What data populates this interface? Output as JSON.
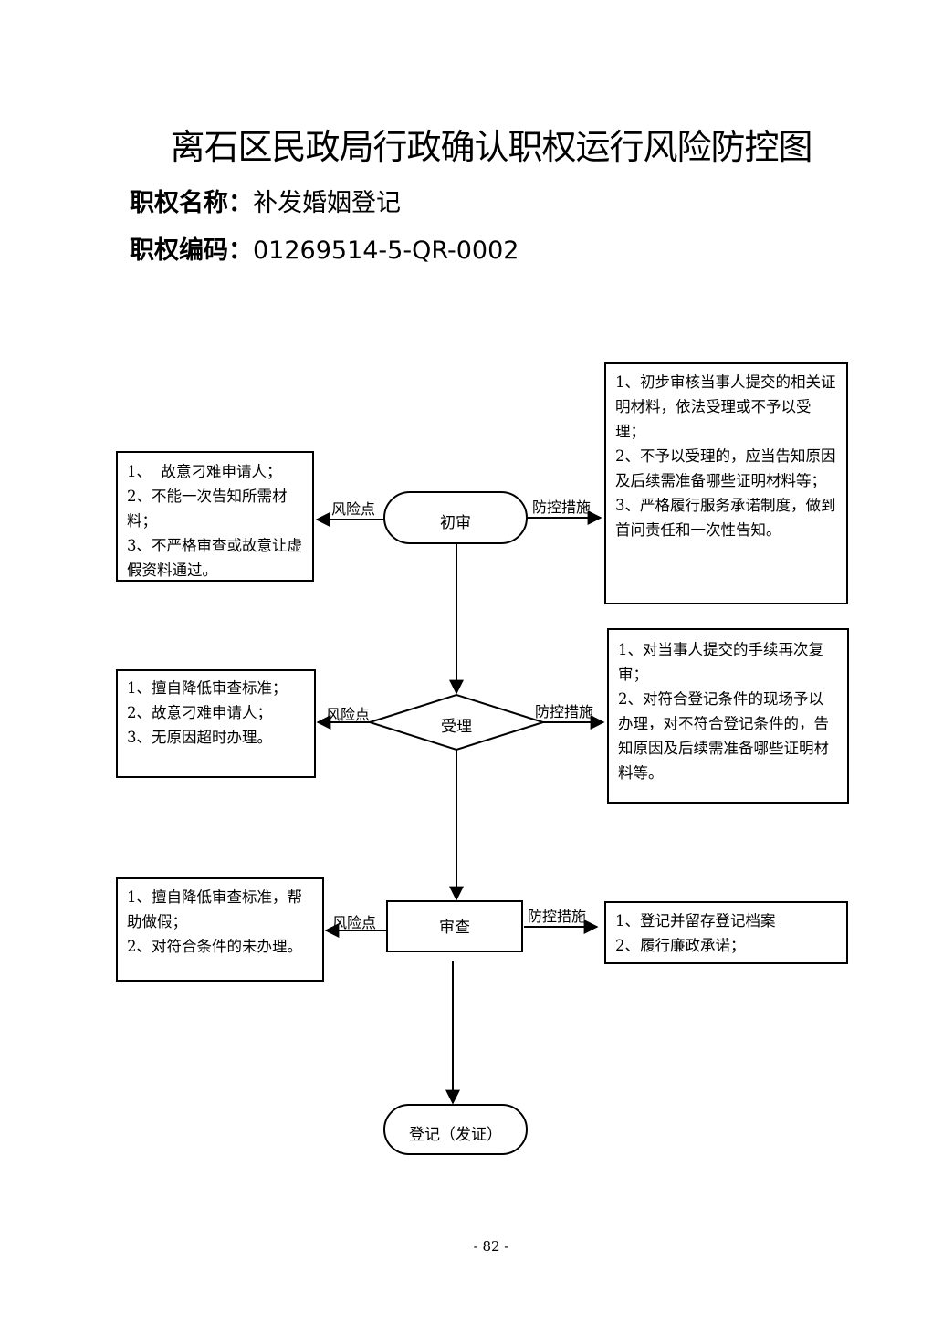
{
  "document": {
    "title": "离石区民政局行政确认职权运行风险防控图",
    "power_name_label": "职权名称：",
    "power_name_value": "补发婚姻登记",
    "power_code_label": "职权编码：",
    "power_code_value": "01269514-5-QR-0002",
    "page_number": "- 82 -"
  },
  "flowchart": {
    "nodes": {
      "initial_review": "初审",
      "acceptance": "受理",
      "examination": "审查",
      "registration": "登记（发证）"
    },
    "edge_labels": {
      "risk_point": "风险点",
      "control_measure": "防控措施"
    },
    "risk_boxes": {
      "initial_review": [
        "1、  故意刁难申请人；",
        "2、不能一次告知所需材料；",
        "3、不严格审查或故意让虚假资料通过。"
      ],
      "acceptance": [
        "1、擅自降低审查标准；",
        "2、故意刁难申请人；",
        "3、无原因超时办理。"
      ],
      "examination": [
        "1、擅自降低审查标准，帮助做假；",
        "2、对符合条件的未办理。"
      ]
    },
    "control_boxes": {
      "initial_review": [
        "1、初步审核当事人提交的相关证明材料，依法受理或不予以受理；",
        "2、不予以受理的，应当告知原因及后续需准备哪些证明材料等；",
        "3、严格履行服务承诺制度，做到首问责任和一次性告知。"
      ],
      "acceptance": [
        "1、对当事人提交的手续再次复审；",
        "2、对符合登记条件的现场予以办理，对不符合登记条件的，告知原因及后续需准备哪些证明材料等。"
      ],
      "examination": [
        "1、登记并留存登记档案",
        "2、履行廉政承诺；"
      ]
    }
  }
}
